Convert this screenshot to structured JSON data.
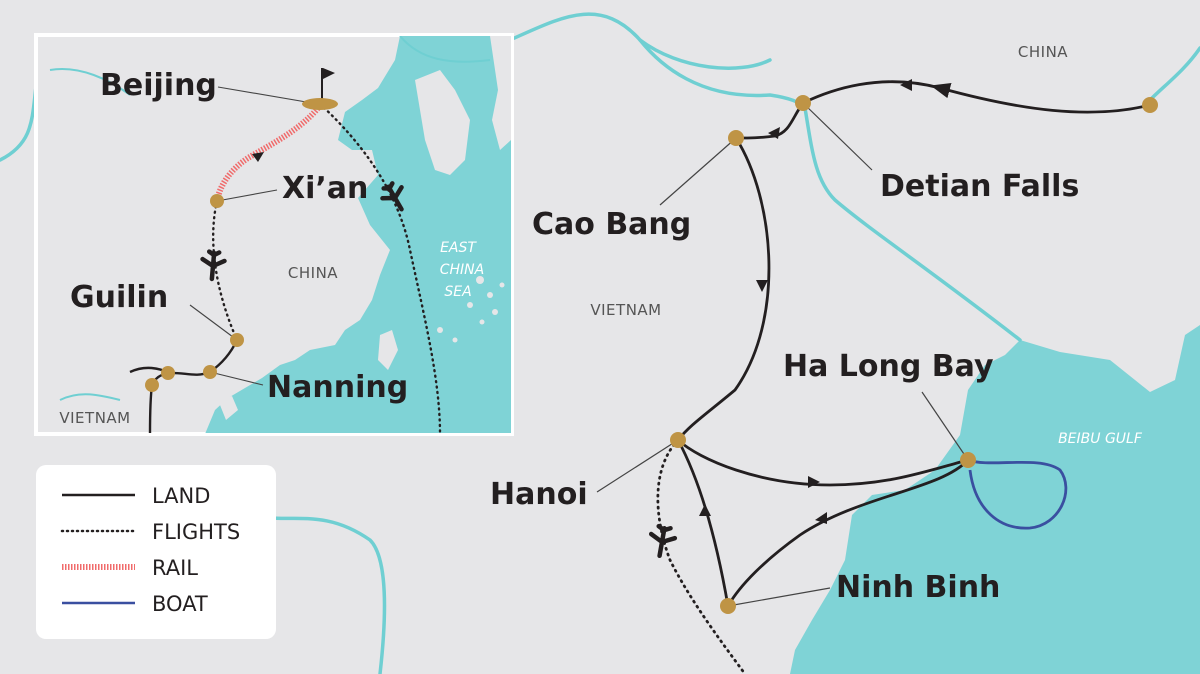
{
  "main_map": {
    "countries": {
      "china": "CHINA",
      "vietnam": "VIETNAM"
    },
    "sea": "BEIBU GULF",
    "places": {
      "detian": "Detian Falls",
      "caobang": "Cao Bang",
      "halong": "Ha Long Bay",
      "hanoi": "Hanoi",
      "ninhbinh": "Ninh Binh"
    }
  },
  "inset_map": {
    "countries": {
      "china": "CHINA",
      "vietnam": "VIETNAM"
    },
    "sea_line1": "EAST",
    "sea_line2": "CHINA",
    "sea_line3": "SEA",
    "places": {
      "beijing": "Beijing",
      "xian": "Xi’an",
      "guilin": "Guilin",
      "nanning": "Nanning"
    }
  },
  "legend": {
    "items": [
      {
        "label": "LAND",
        "style": "solid",
        "color": "#231f20"
      },
      {
        "label": "FLIGHTS",
        "style": "dotted",
        "color": "#231f20"
      },
      {
        "label": "RAIL",
        "style": "hatched",
        "color": "#f06b6b"
      },
      {
        "label": "BOAT",
        "style": "solid",
        "color": "#3a4fa0"
      }
    ]
  },
  "colors": {
    "land": "#e6e6e8",
    "water": "#7fd3d6",
    "border": "#6fcfd2",
    "stop": "#bf9445",
    "route": "#231f20",
    "rail": "#f06b6b",
    "boat": "#3a4fa0"
  }
}
